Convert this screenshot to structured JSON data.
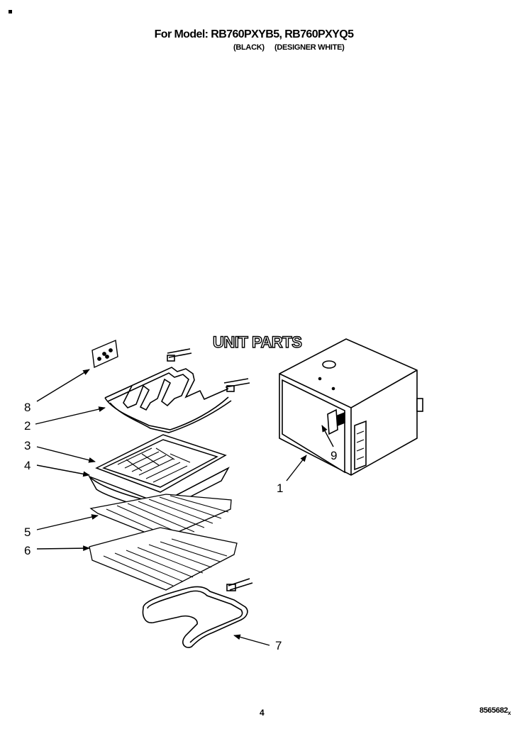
{
  "header": {
    "title": "For Model: RB760PXYB5, RB760PXYQ5",
    "color_left": "(BLACK)",
    "color_right": "(DESIGNER WHITE)"
  },
  "section_title": "UNIT PARTS",
  "callouts": {
    "part1": "1",
    "part2": "2",
    "part3": "3",
    "part4": "4",
    "part5": "5",
    "part6": "6",
    "part7": "7",
    "part8": "8",
    "part9": "9"
  },
  "footer": {
    "page_number": "4",
    "doc_number": "8565682",
    "doc_suffix": "x"
  }
}
